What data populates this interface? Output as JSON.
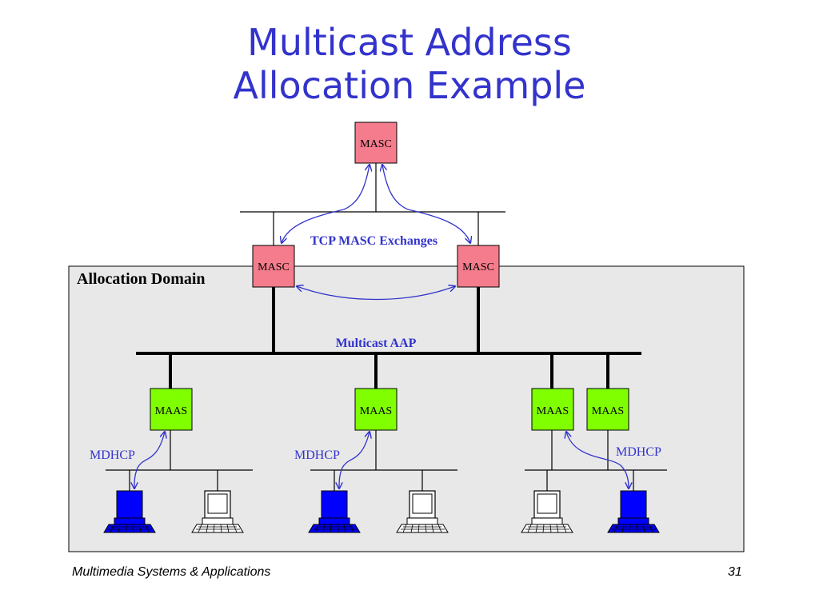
{
  "slide": {
    "title_line1": "Multicast Address",
    "title_line2": "Allocation Example",
    "footer_left": "Multimedia Systems & Applications",
    "page_number": "31"
  },
  "diagram": {
    "domain_label": "Allocation Domain",
    "masc_top": "MASC",
    "masc_left": "MASC",
    "masc_right": "MASC",
    "tcp_label": "TCP MASC Exchanges",
    "aap_label": "Multicast AAP",
    "maas_1": "MAAS",
    "maas_2": "MAAS",
    "maas_3": "MAAS",
    "maas_4": "MAAS",
    "mdhcp_1": "MDHCP",
    "mdhcp_2": "MDHCP",
    "mdhcp_3": "MDHCP"
  },
  "colors": {
    "title": "#3333cc",
    "masc_fill": "#f47c8c",
    "maas_fill": "#80ff00",
    "domain_fill": "#e8e8e8",
    "active_computer": "#0000ff",
    "arrow": "#3333cc"
  },
  "icons": {
    "active_host": "computer-icon-blue",
    "idle_host": "computer-icon-outline"
  }
}
